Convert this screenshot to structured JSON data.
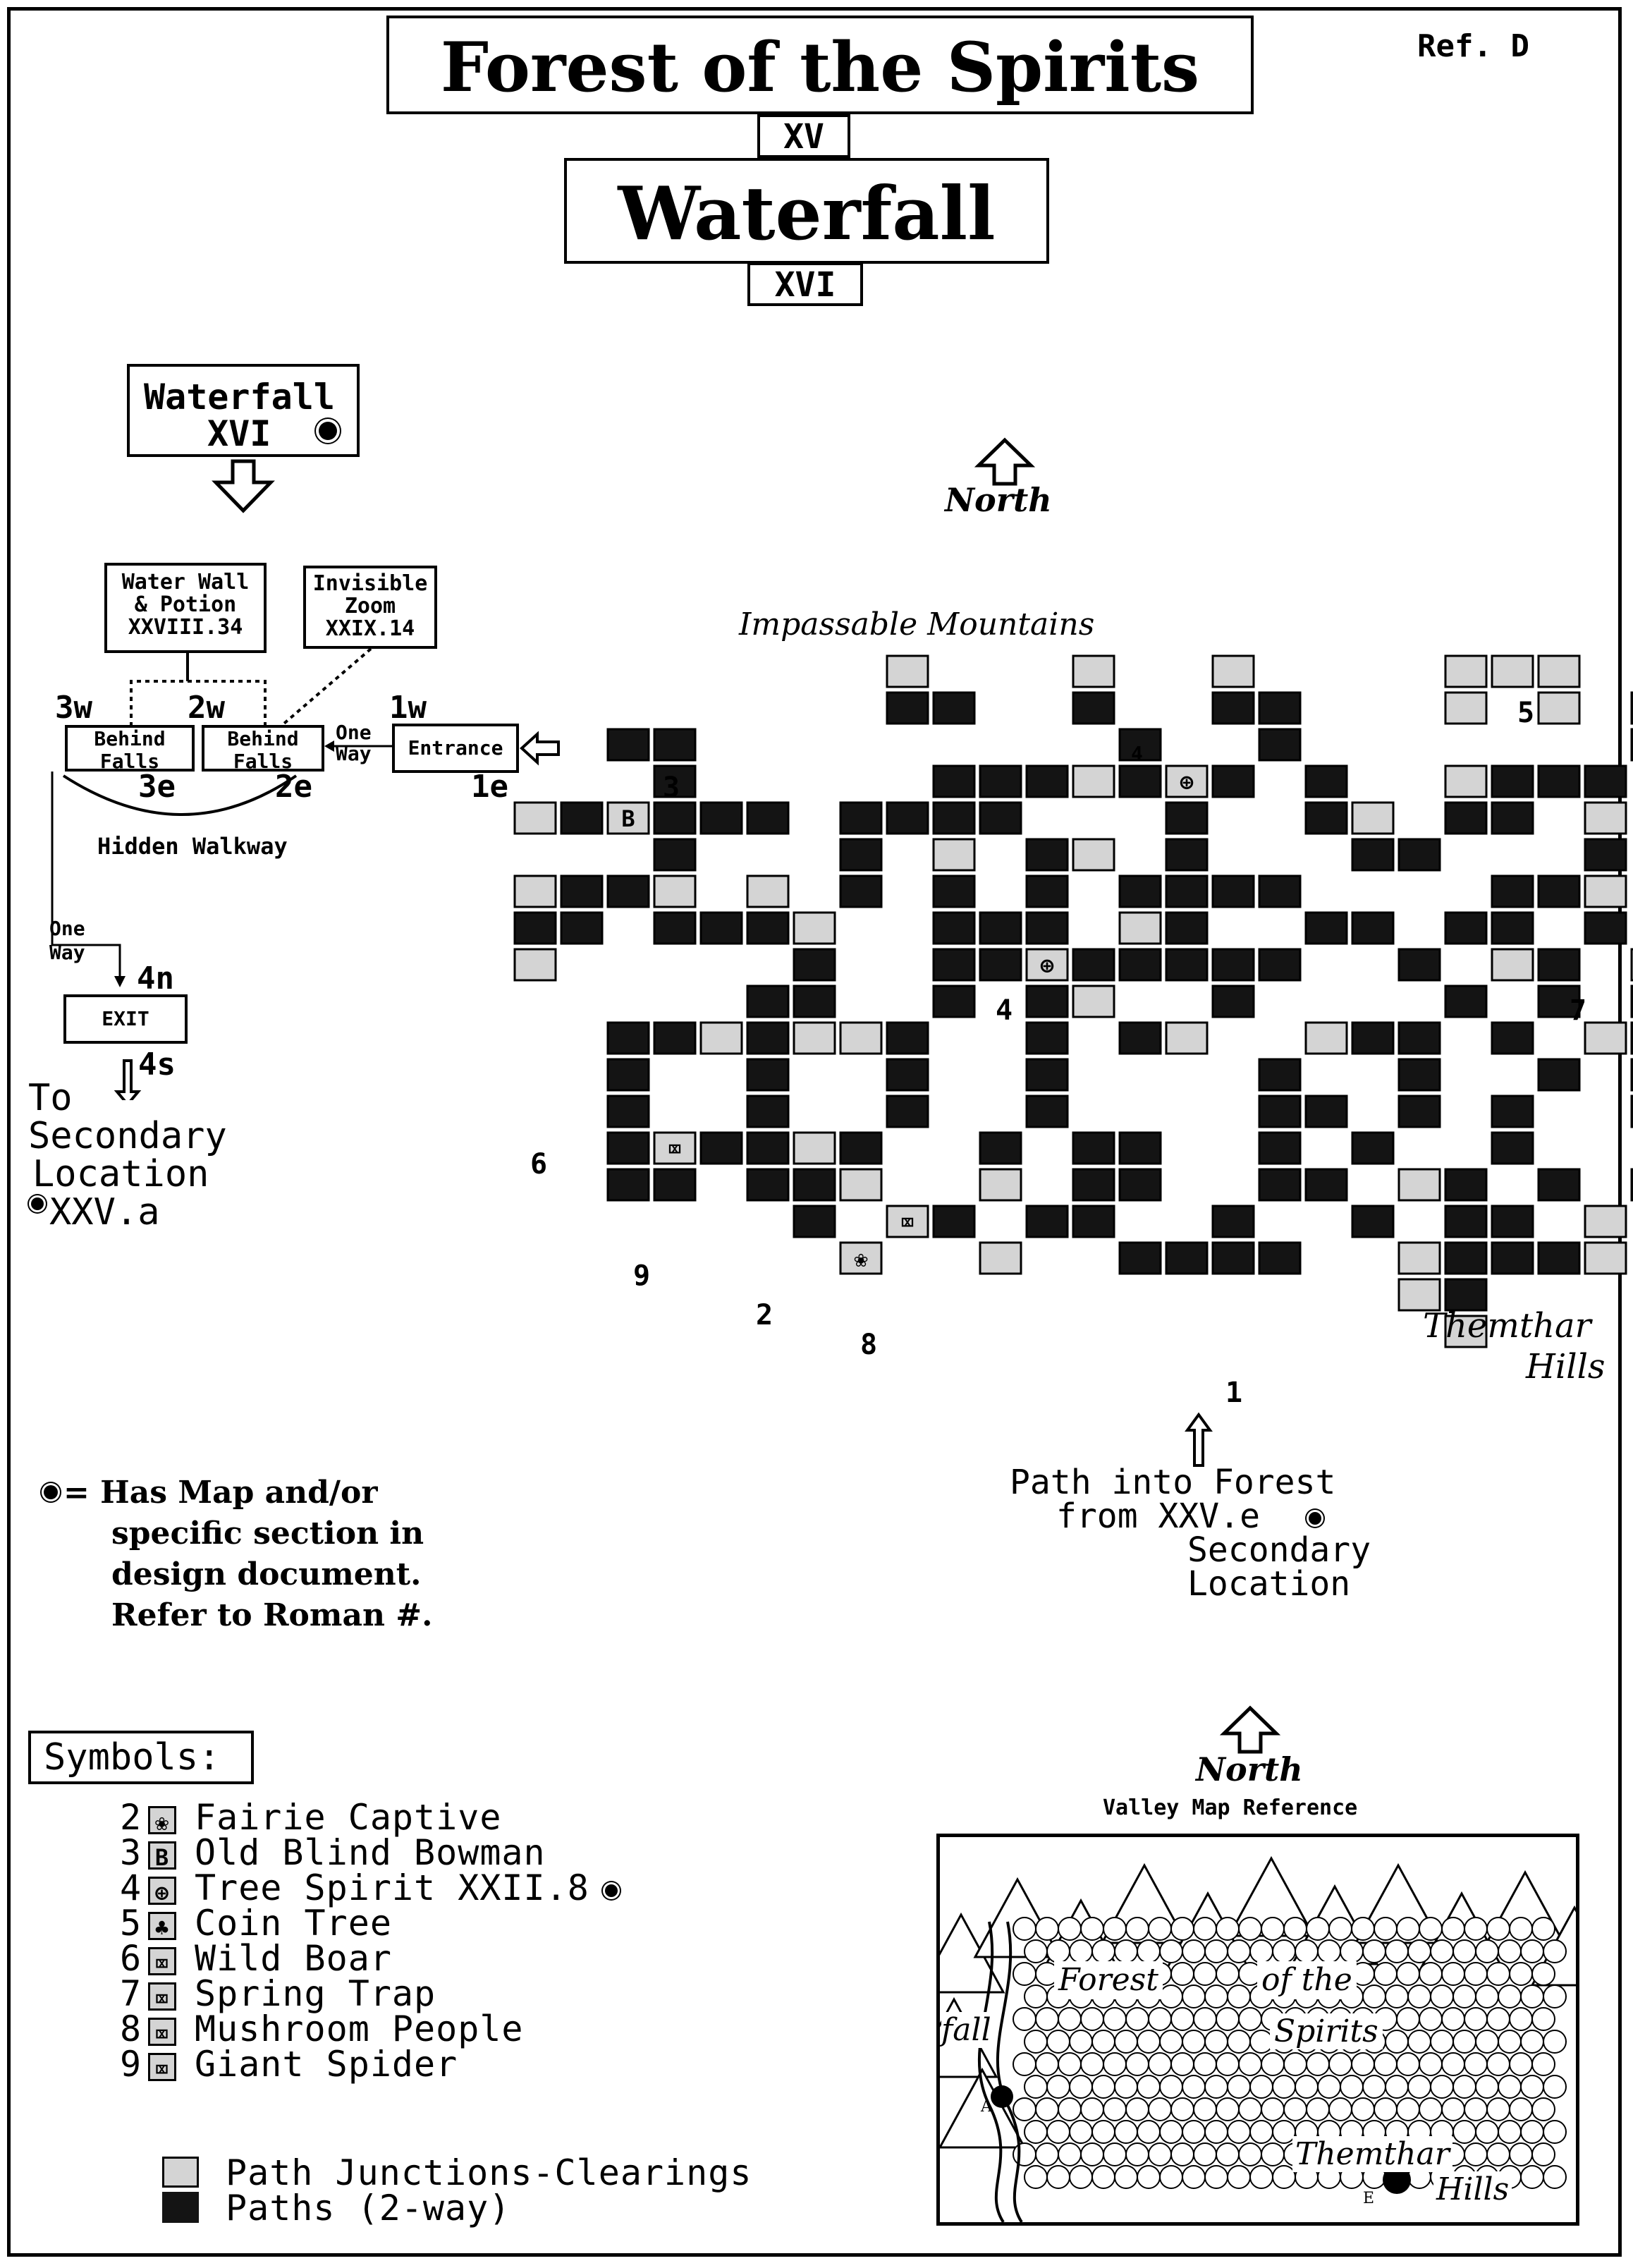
{
  "header": {
    "title": "Forest of the Spirits",
    "ref": "Ref. D",
    "chapter_top": "XV",
    "subtitle": "Waterfall",
    "chapter_bottom": "XVI"
  },
  "colors": {
    "ink": "#000000",
    "clearing": "#d4d4d4",
    "path": "#141414",
    "paper": "#ffffff"
  },
  "compass": {
    "label": "North",
    "icon": "north-arrow-icon"
  },
  "waterfall_box": {
    "line1": "Waterfall",
    "line2": "XVI"
  },
  "side_boxes": {
    "water_wall": {
      "line1": "Water Wall",
      "line2": "& Potion",
      "line3": "XXVIII.34"
    },
    "invisible_zoom": {
      "line1": "Invisible",
      "line2": "Zoom",
      "line3": "XXIX.14"
    }
  },
  "waterfall_nodes": {
    "behind_falls_a": {
      "line1": "Behind",
      "line2": "Falls",
      "top": "3w",
      "bottom": "3e"
    },
    "behind_falls_b": {
      "line1": "Behind",
      "line2": "Falls",
      "top": "2w",
      "bottom": "2e"
    },
    "one_way_a": {
      "line1": "One",
      "line2": "Way"
    },
    "entrance": {
      "label": "Entrance",
      "top": "1w",
      "bottom": "1e"
    },
    "hidden_walkway": "Hidden Walkway",
    "one_way_b": {
      "line1": "One",
      "line2": "Way"
    },
    "exit": {
      "label": "EXIT",
      "top": "4n",
      "bottom": "4s"
    },
    "to_secondary": {
      "line1": "To",
      "line2": "Secondary",
      "line3": "Location",
      "line4": "XXV.a"
    }
  },
  "map_labels": {
    "mountains": "Impassable Mountains",
    "hills_1": "Themthar",
    "hills_2": "Hills",
    "path_in_1": "Path into Forest",
    "path_in_2": "from XXV.e",
    "path_in_3": "Secondary",
    "path_in_4": "Location",
    "n1": "1",
    "n2": "2",
    "n3": "3",
    "n4": "4",
    "n4b": "4",
    "n5": "5",
    "n6": "6",
    "n7": "7",
    "n8": "8",
    "n9": "9"
  },
  "note": {
    "line1": "= Has Map and/or",
    "line2": "specific section in",
    "line3": "design document.",
    "line4": "Refer to Roman #."
  },
  "symbols": {
    "header": "Symbols:",
    "items": [
      {
        "num": "2",
        "glyph": "fairie-icon",
        "label": "Fairie Captive"
      },
      {
        "num": "3",
        "glyph": "B",
        "label": "Old Blind Bowman"
      },
      {
        "num": "4",
        "glyph": "tree-spirit-icon",
        "label": "Tree Spirit XXII.8"
      },
      {
        "num": "5",
        "glyph": "coin-tree-icon",
        "label": "Coin Tree"
      },
      {
        "num": "6",
        "glyph": "encounter-icon",
        "label": "Wild Boar"
      },
      {
        "num": "7",
        "glyph": "encounter-icon",
        "label": "Spring Trap"
      },
      {
        "num": "8",
        "glyph": "encounter-icon",
        "label": "Mushroom People"
      },
      {
        "num": "9",
        "glyph": "encounter-icon",
        "label": "Giant Spider"
      }
    ],
    "clearings": "Path Junctions-Clearings",
    "paths": "Paths (2-way)"
  },
  "valley_map": {
    "north": "North",
    "caption": "Valley Map Reference",
    "forest_1": "Forest",
    "forest_2": "of the",
    "forest_3": "Spirits",
    "fall": "fall",
    "themthar": "Themthar",
    "hills": "Hills",
    "mark_a": "A",
    "mark_e": "E"
  }
}
